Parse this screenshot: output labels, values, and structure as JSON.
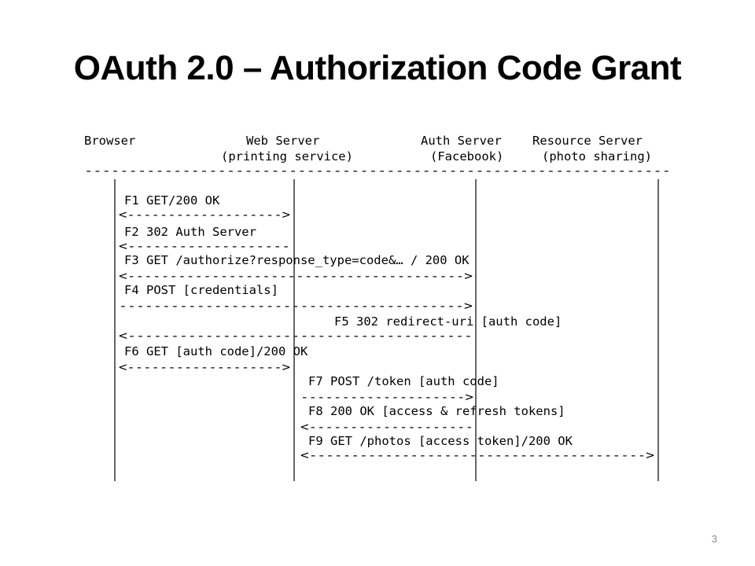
{
  "slide": {
    "title": "OAuth 2.0 – Authorization Code Grant",
    "page_number": "3"
  },
  "actors": [
    {
      "name": "Browser",
      "sub": ""
    },
    {
      "name": "Web Server",
      "sub": "(printing service)"
    },
    {
      "name": "Auth Server",
      "sub": "(Facebook)"
    },
    {
      "name": "Resource Server",
      "sub": "(photo sharing)"
    }
  ],
  "separator": "------------------------------------------------------------------",
  "messages": [
    {
      "label": "F1 GET/200 OK",
      "arrow": "<------------------->"
    },
    {
      "label": "F2 302 Auth Server",
      "arrow": "<-------------------"
    },
    {
      "label": "F3 GET /authorize?response_type=code&… / 200 OK",
      "arrow": "<---------------------------------------->"
    },
    {
      "label": "F4 POST [credentials]",
      "arrow": "---------------------------------------->"
    },
    {
      "label": "F5 302 redirect-uri [auth code]",
      "arrow": "<----------------------------------------"
    },
    {
      "label": "F6 GET [auth code]/200 OK",
      "arrow": "<------------------->"
    },
    {
      "label": "F7 POST /token [auth code]",
      "arrow": "-------------------->"
    },
    {
      "label": "F8 200 OK [access & refresh tokens]",
      "arrow": "<--------------------"
    },
    {
      "label": "F9 GET /photos [access token]/200 OK",
      "arrow": "<---------------------------------------->"
    }
  ]
}
